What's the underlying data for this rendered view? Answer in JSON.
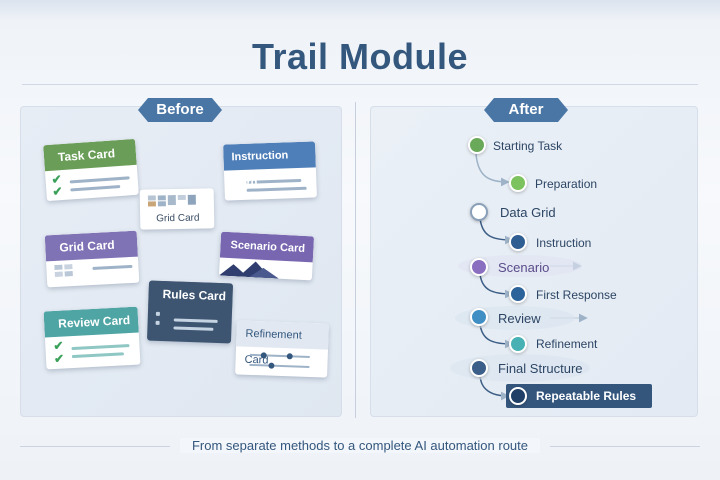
{
  "title": "Trail Module",
  "before": {
    "tag": "Before",
    "cards": {
      "task": "Task Card",
      "instruction": "Instruction Card",
      "grid_small": "Grid Card",
      "grid": "Grid Card",
      "scenario": "Scenario Card",
      "rules": "Rules Card",
      "review": "Review Card",
      "refinement": "Refinement Card"
    }
  },
  "after": {
    "tag": "After",
    "steps": [
      {
        "label": "Starting Task",
        "color": "#6aa95a"
      },
      {
        "label": "Preparation",
        "color": "#7cc25e"
      },
      {
        "label": "Data Grid",
        "color": "#ffffff"
      },
      {
        "label": "Instruction",
        "color": "#2f5e93"
      },
      {
        "label": "Scenario",
        "color": "#8a6fc0"
      },
      {
        "label": "First Response",
        "color": "#2d639b"
      },
      {
        "label": "Review",
        "color": "#3f8fc4"
      },
      {
        "label": "Refinement",
        "color": "#48b1b4"
      },
      {
        "label": "Final Structure",
        "color": "#3b5f88"
      },
      {
        "label": "Repeatable Rules",
        "color": "#1f3f66"
      }
    ]
  },
  "caption": "From separate methods to a complete AI automation route"
}
